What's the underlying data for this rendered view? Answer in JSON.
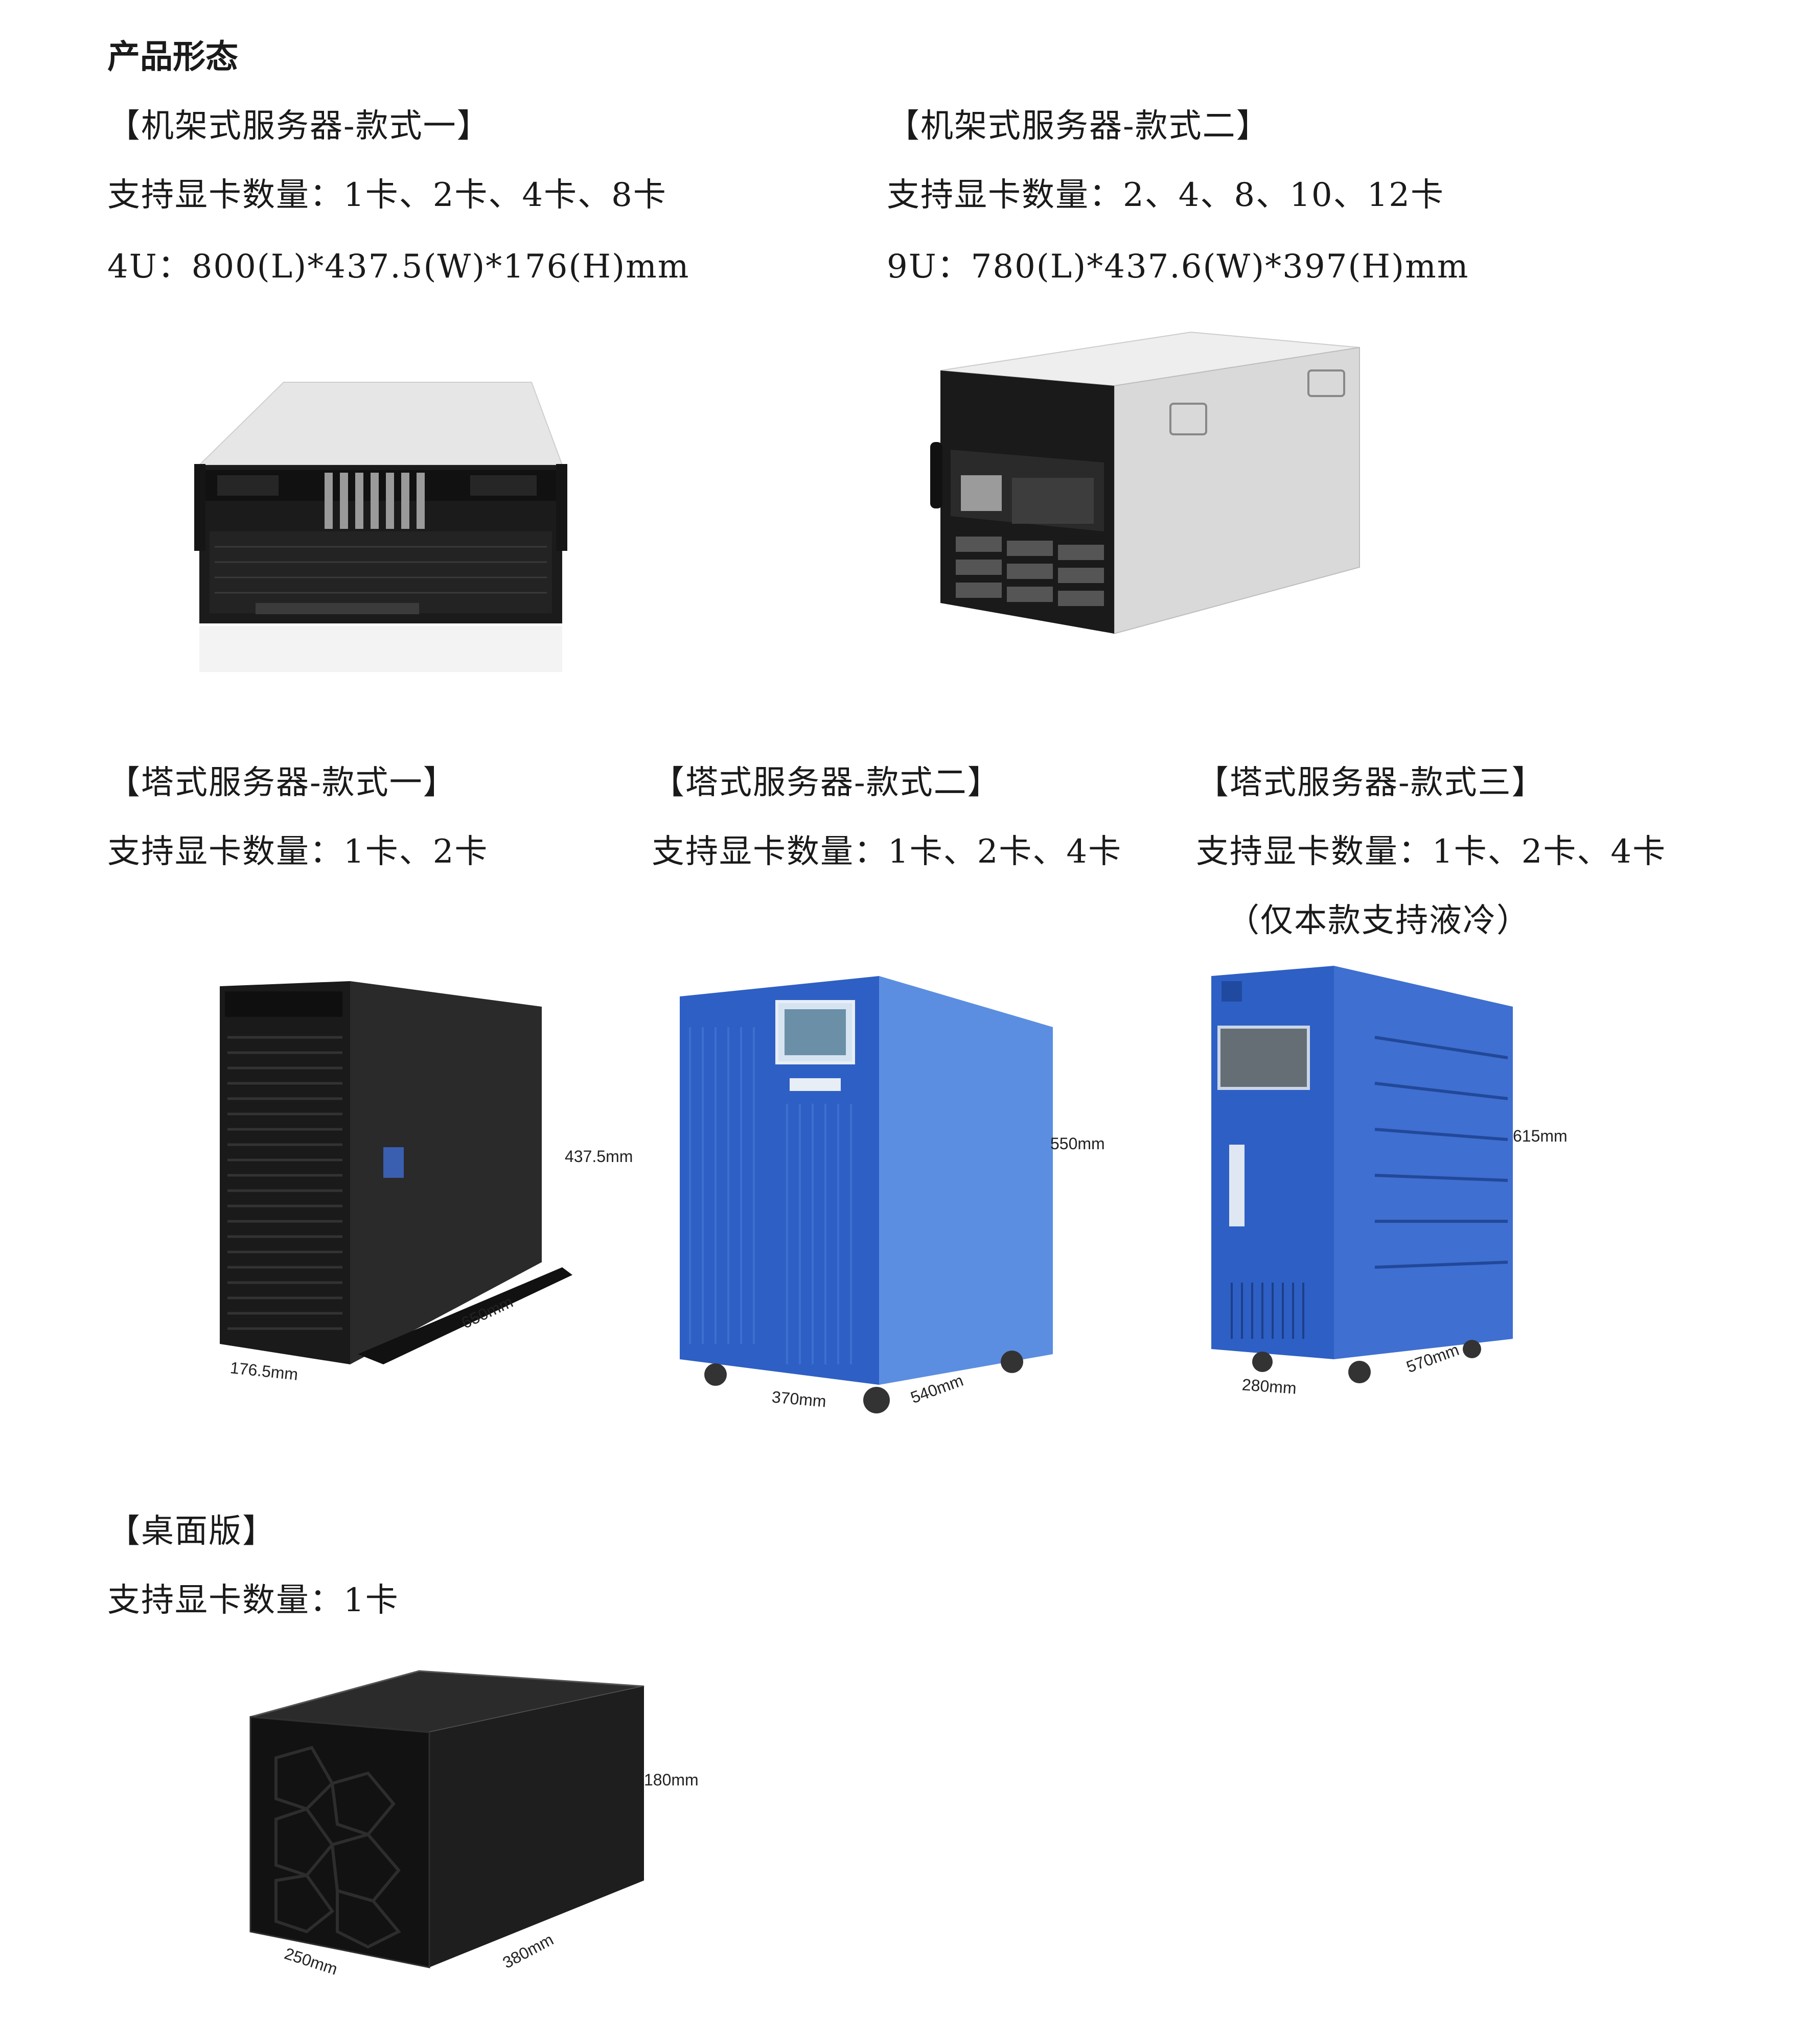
{
  "page": {
    "title": "产品形态"
  },
  "rack": [
    {
      "name": "【机架式服务器-款式一】",
      "gpu_support": "支持显卡数量：1卡、2卡、4卡、8卡",
      "size": "4U：800(L)*437.5(W)*176(H)mm"
    },
    {
      "name": "【机架式服务器-款式二】",
      "gpu_support": "支持显卡数量：2、4、8、10、12卡",
      "size": "9U：780(L)*437.6(W)*397(H)mm"
    }
  ],
  "tower": [
    {
      "name": "【塔式服务器-款式一】",
      "gpu_support": "支持显卡数量：1卡、2卡",
      "dims": {
        "height": "437.5mm",
        "depth": "650mm",
        "width": "176.5mm"
      }
    },
    {
      "name": "【塔式服务器-款式二】",
      "gpu_support": "支持显卡数量：1卡、2卡、4卡",
      "dims": {
        "height": "550mm",
        "depth": "540mm",
        "width": "370mm"
      }
    },
    {
      "name": "【塔式服务器-款式三】",
      "gpu_support": "支持显卡数量：1卡、2卡、4卡",
      "note": "（仅本款支持液冷）",
      "dims": {
        "height": "615mm",
        "depth": "570mm",
        "width": "280mm"
      }
    }
  ],
  "desktop": {
    "name": "【桌面版】",
    "gpu_support": "支持显卡数量：1卡",
    "dims": {
      "height": "180mm",
      "depth": "380mm",
      "width": "250mm"
    }
  },
  "colors": {
    "blue_chassis": "#3a73d0",
    "dark_chassis": "#1f1f1f",
    "silver": "#d8d8d8"
  }
}
